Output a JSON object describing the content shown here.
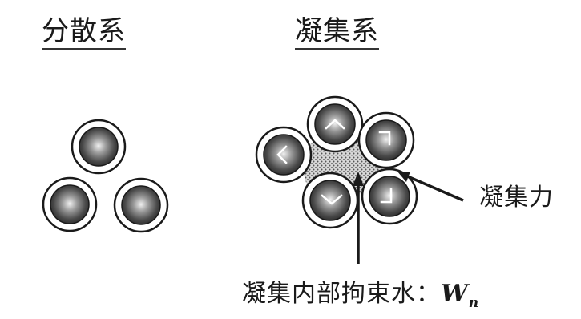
{
  "labels": {
    "dispersed": "分散系",
    "aggregated": "凝集系",
    "aggregation_force": "凝集力",
    "bound_water_prefix": "凝集内部拘束水：",
    "bound_water_symbol": "W",
    "bound_water_subscript": "n"
  },
  "colors": {
    "line": "#1a1a1a",
    "ring_fill": "#ffffff",
    "particle_light": "#f0f0f0",
    "particle_dark": "#2a2a2a",
    "hatch": "#555555"
  }
}
